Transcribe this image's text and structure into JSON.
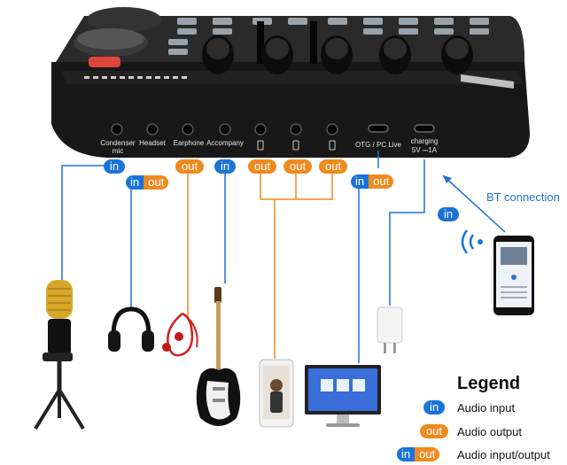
{
  "ports": {
    "condenser_mic": "Condenser\nmic",
    "headset": "Headset",
    "earphone": "Earphone",
    "accompany": "Accompany",
    "otg": "OTG / PC Live",
    "charging": "charging",
    "charging_spec": "5V ⎓1A"
  },
  "tags": {
    "in": "in",
    "out": "out"
  },
  "bt_connection": "BT connection",
  "legend": {
    "title": "Legend",
    "in_label": "Audio input",
    "out_label": "Audio output",
    "inout_label": "Audio input/output"
  },
  "colors": {
    "in": "#1a73d8",
    "out": "#ef8a1f",
    "device": "#1b1b1b"
  }
}
